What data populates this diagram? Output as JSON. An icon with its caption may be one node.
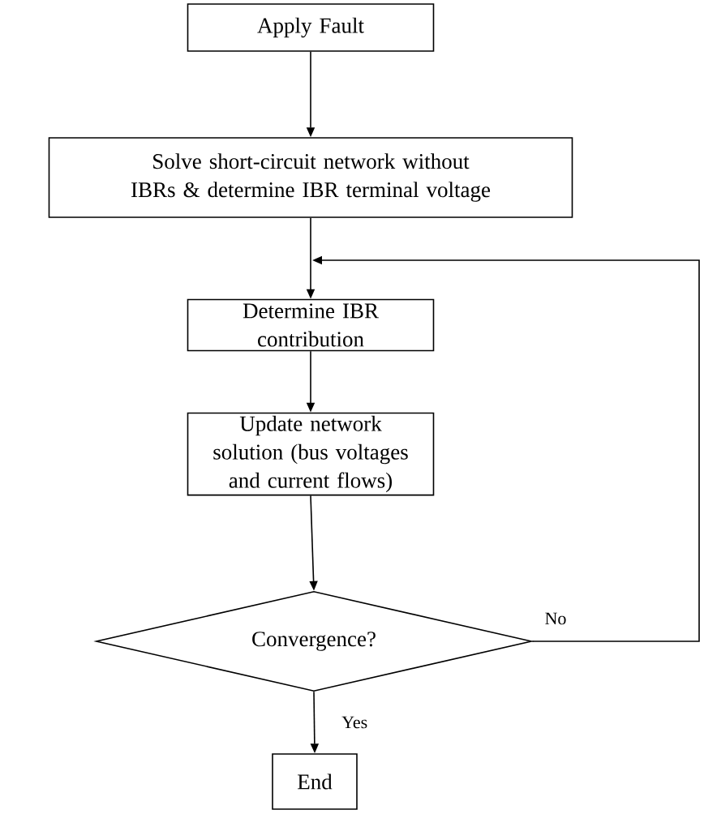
{
  "diagram": {
    "nodes": [
      {
        "text": [
          "Apply Fault"
        ]
      },
      {
        "text": [
          "Solve short-circuit network without IBRs & determine IBR terminal voltage"
        ]
      },
      {
        "text": [
          "Determine IBR contribution"
        ]
      },
      {
        "text": [
          "Update network solution (bus voltages and current flows)"
        ]
      },
      {
        "text": [
          "Convergence?"
        ]
      },
      {
        "text": [
          "End"
        ]
      }
    ],
    "edges": [
      {
        "from": 0,
        "to": 1,
        "arrow": "to"
      },
      {
        "from": 1,
        "to": 2,
        "arrow": "to"
      },
      {
        "from": 2,
        "to": 3,
        "arrow": "to"
      },
      {
        "from": 3,
        "to": 4,
        "arrow": "to"
      },
      {
        "from": 4,
        "to": 5,
        "arrow": "to",
        "label": "Yes"
      },
      {
        "from": 4,
        "to": 2,
        "arrow": "to",
        "label": "No"
      }
    ]
  }
}
